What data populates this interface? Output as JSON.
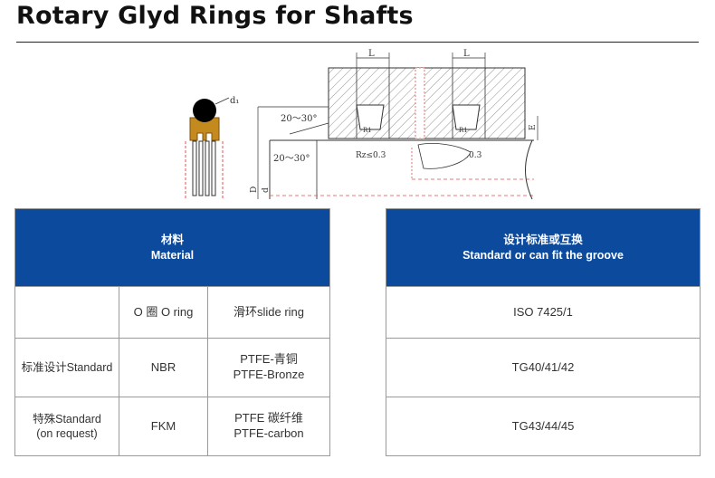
{
  "title": "Rotary Glyd Rings for Shafts",
  "drawing": {
    "labels": {
      "d1": "d₁",
      "angle_top": "20～30°",
      "angle_bottom": "20～30°",
      "L_left": "L",
      "L_right": "L",
      "E": "E",
      "D": "D",
      "d": "d",
      "r_left": "R1",
      "r_right": "R1",
      "rz_left": "Rz≤0.3",
      "rz_right": "Rz≤0.3"
    },
    "colors": {
      "ring_body": "#c58a1e",
      "o_ring": "#000000",
      "dim_line": "#e05050",
      "hatch": "#666666"
    }
  },
  "material_table": {
    "header_cn": "材料",
    "header_en": "Material",
    "col_o_ring": "O 圈 O ring",
    "col_slide_ring": "滑环slide ring",
    "rows": [
      {
        "label": "标准设计Standard",
        "o_ring": "NBR",
        "slide_line1": "PTFE-青铜",
        "slide_line2": "PTFE-Bronze"
      },
      {
        "label_line1": "特殊Standard",
        "label_line2": "(on request)",
        "o_ring": "FKM",
        "slide_line1": "PTFE 碳纤维",
        "slide_line2": "PTFE-carbon"
      }
    ]
  },
  "groove_table": {
    "header_cn": "设计标准或互换",
    "header_en": "Standard or can fit the groove",
    "rows": [
      "ISO 7425/1",
      "TG40/41/42",
      "TG43/44/45"
    ]
  }
}
